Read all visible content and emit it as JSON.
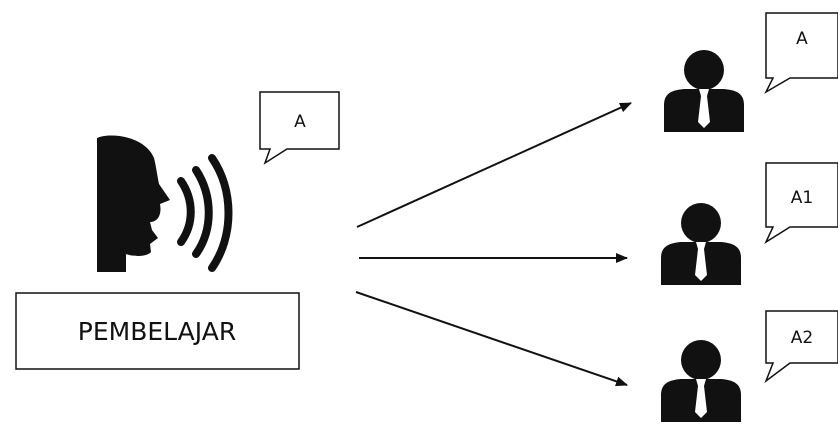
{
  "speaker": {
    "label": "PEMBELAJAR",
    "bubble_text": "A"
  },
  "listeners": [
    {
      "bubble_text": "A"
    },
    {
      "bubble_text": "A1"
    },
    {
      "bubble_text": "A2"
    }
  ],
  "colors": {
    "ink": "#111111",
    "background": "#ffffff"
  },
  "icons": {
    "speaker": "speaking-head-icon",
    "listener": "person-with-tie-icon"
  }
}
